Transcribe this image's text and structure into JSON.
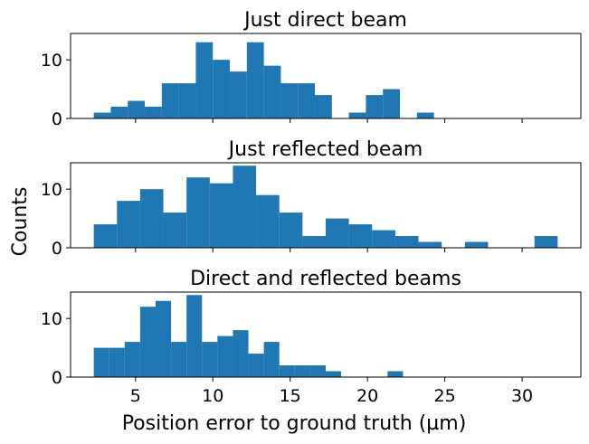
{
  "figure": {
    "ylabel": "Counts",
    "xlabel": "Position error to ground truth (µm)"
  },
  "chart_data": [
    {
      "type": "bar",
      "title": "Just direct beam",
      "bin_edges": [
        2.3,
        3.4,
        4.5,
        5.6,
        6.7,
        7.8,
        8.9,
        10.0,
        11.1,
        12.2,
        13.3,
        14.4,
        15.5,
        16.6,
        17.7,
        18.8,
        19.9,
        21.0,
        22.1,
        23.2,
        24.3,
        25.4,
        26.5,
        27.6,
        28.7,
        29.8,
        30.9,
        32.0
      ],
      "values": [
        1,
        2,
        3,
        2,
        6,
        6,
        13,
        10,
        8,
        13,
        9,
        6,
        6,
        4,
        0,
        1,
        4,
        5,
        0,
        1,
        0,
        0,
        0,
        0,
        0,
        0,
        0
      ],
      "ylim": [
        0,
        14.5
      ],
      "yticks": [
        0,
        10
      ],
      "xticks": [
        5,
        10,
        15,
        20,
        25,
        30
      ],
      "color": "#1f77b4"
    },
    {
      "type": "bar",
      "title": "Just reflected beam",
      "bin_edges": [
        2.3,
        3.8,
        5.3,
        6.8,
        8.3,
        9.8,
        11.3,
        12.8,
        14.3,
        15.8,
        17.3,
        18.8,
        20.3,
        21.8,
        23.3,
        24.8,
        26.3,
        27.8,
        29.3,
        30.8,
        32.3
      ],
      "values": [
        4,
        8,
        10,
        6,
        12,
        11,
        14,
        9,
        6,
        2,
        5,
        4,
        3,
        2,
        1,
        0,
        1,
        0,
        0,
        2
      ],
      "ylim": [
        0,
        14.5
      ],
      "yticks": [
        0,
        10
      ],
      "xticks": [
        5,
        10,
        15,
        20,
        25,
        30
      ],
      "color": "#1f77b4"
    },
    {
      "type": "bar",
      "title": "Direct and reflected beams",
      "bin_edges": [
        2.3,
        3.3,
        4.3,
        5.3,
        6.3,
        7.3,
        8.3,
        9.3,
        10.3,
        11.3,
        12.3,
        13.3,
        14.3,
        15.3,
        16.3,
        17.3,
        18.3,
        19.3,
        20.3,
        21.3,
        22.3
      ],
      "values": [
        5,
        5,
        6,
        12,
        13,
        6,
        14,
        6,
        7,
        8,
        4,
        6,
        2,
        2,
        2,
        1,
        0,
        0,
        0,
        1
      ],
      "ylim": [
        0,
        14.5
      ],
      "yticks": [
        0,
        10
      ],
      "xticks": [
        5,
        10,
        15,
        20,
        25,
        30
      ],
      "xticklabels": [
        "5",
        "10",
        "15",
        "20",
        "25",
        "30"
      ],
      "color": "#1f77b4"
    }
  ]
}
